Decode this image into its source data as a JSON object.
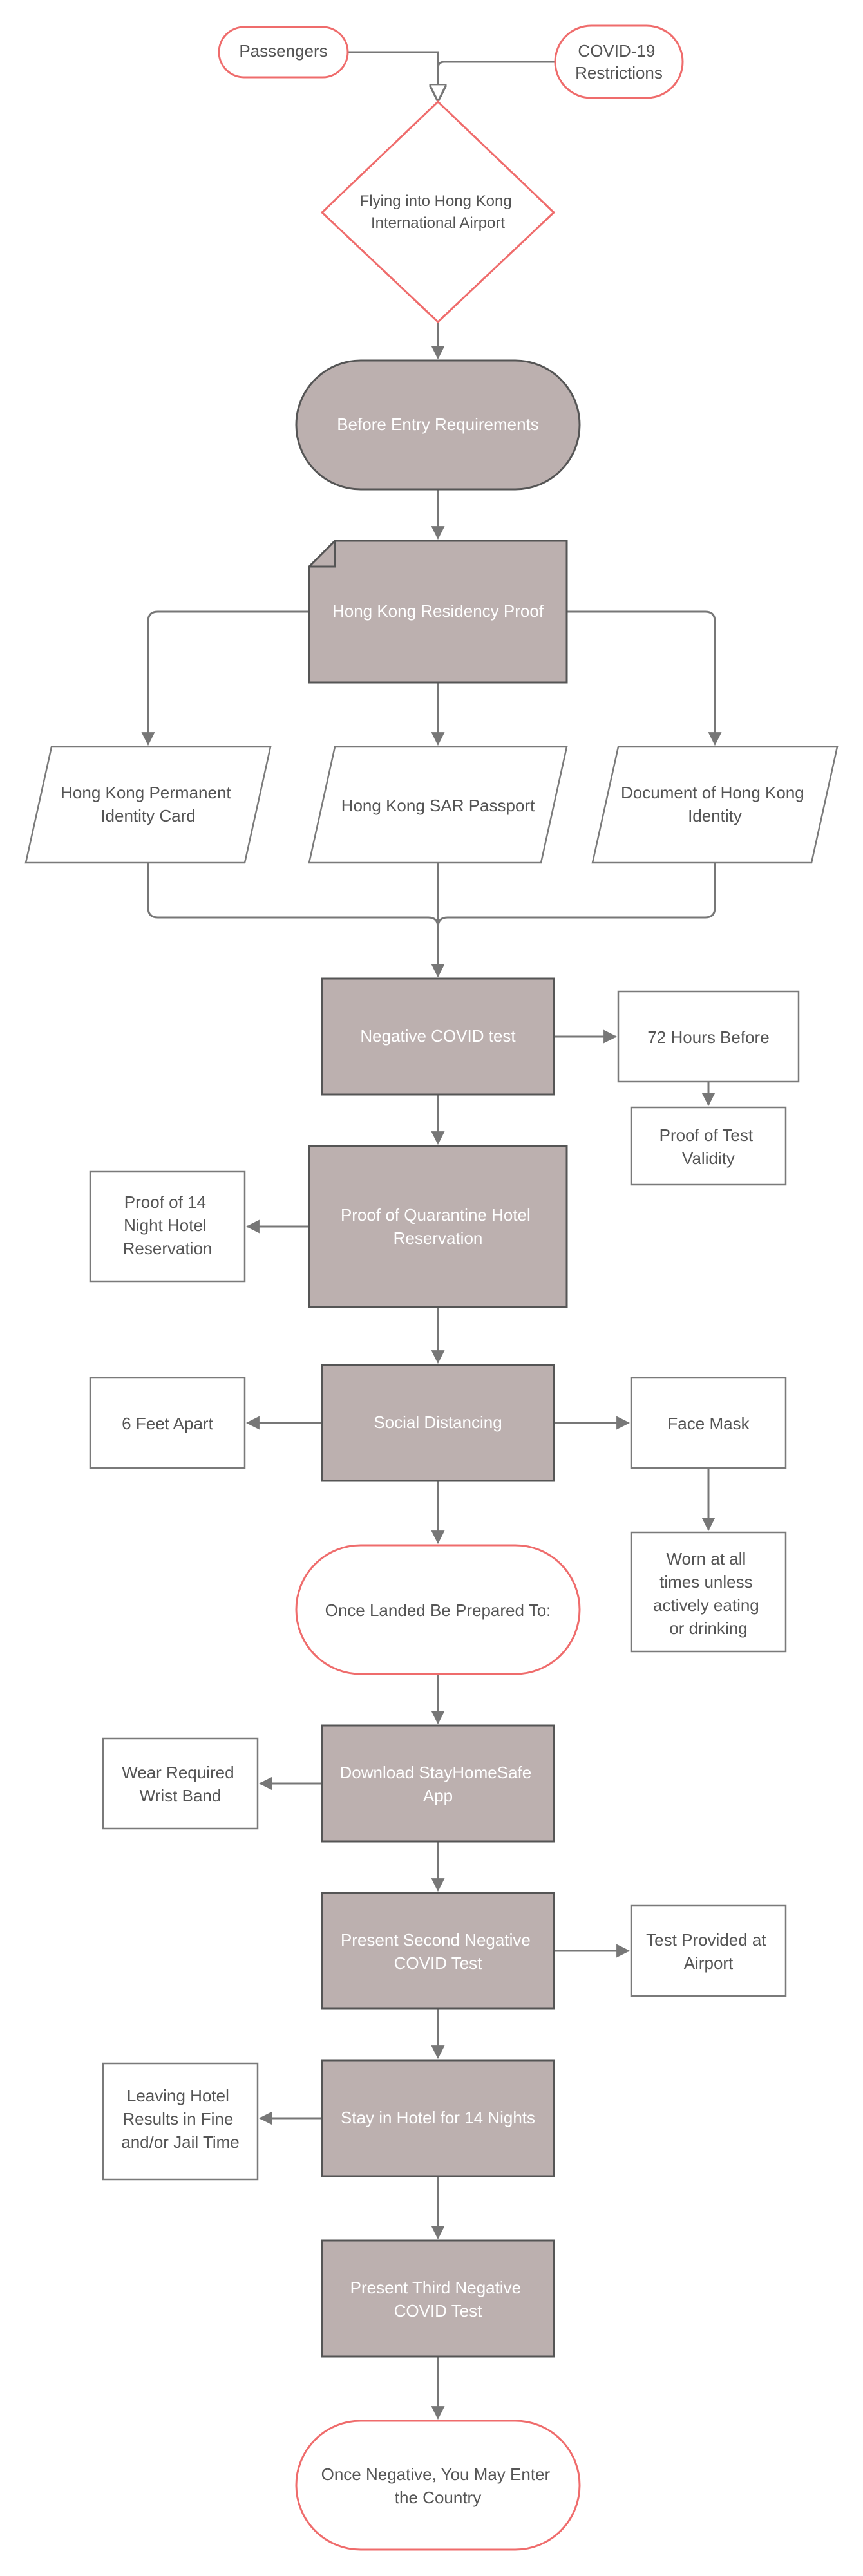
{
  "colors": {
    "process_fill": "#BCB0AF",
    "process_stroke": "#555555",
    "terminal_stroke": "#EF6C6C",
    "plain_stroke": "#7A7A7A",
    "line": "#777777",
    "dark_text": "#555555",
    "light_text": "#ffffff"
  },
  "nodes": {
    "passengers": "Passengers",
    "covid_restrictions": [
      "COVID-19",
      "Restrictions"
    ],
    "flying_into": [
      "Flying into Hong Kong",
      "International Airport"
    ],
    "before_entry": "Before Entry Requirements",
    "residency_proof": "Hong Kong Residency Proof",
    "permanent_id": [
      "Hong Kong Permanent",
      "Identity Card"
    ],
    "sar_passport": "Hong Kong SAR Passport",
    "document_identity": [
      "Document of Hong Kong",
      "Identity"
    ],
    "negative_test": "Negative COVID test",
    "hours_before": "72 Hours Before",
    "proof_validity": [
      "Proof of Test",
      "Validity"
    ],
    "quarantine_hotel": [
      "Proof of Quarantine Hotel",
      "Reservation"
    ],
    "proof_14_night": [
      "Proof of 14",
      "Night Hotel",
      "Reservation"
    ],
    "social_distancing": "Social Distancing",
    "six_feet": "6 Feet Apart",
    "face_mask": "Face Mask",
    "worn_at_all_times": [
      "Worn at all",
      "times unless",
      "actively eating",
      "or drinking"
    ],
    "once_landed": "Once Landed Be Prepared To:",
    "download_app": [
      "Download StayHomeSafe",
      "App"
    ],
    "wrist_band": [
      "Wear Required",
      "Wrist Band"
    ],
    "second_test": [
      "Present Second  Negative",
      "COVID Test"
    ],
    "test_airport": [
      "Test Provided at",
      "Airport"
    ],
    "stay_hotel": "Stay in Hotel for 14 Nights",
    "leaving_hotel": [
      "Leaving Hotel",
      "Results in Fine",
      "and/or Jail Time"
    ],
    "third_test": [
      "Present Third Negative",
      "COVID Test"
    ],
    "once_negative": [
      "Once Negative, You May Enter",
      "the Country"
    ]
  }
}
